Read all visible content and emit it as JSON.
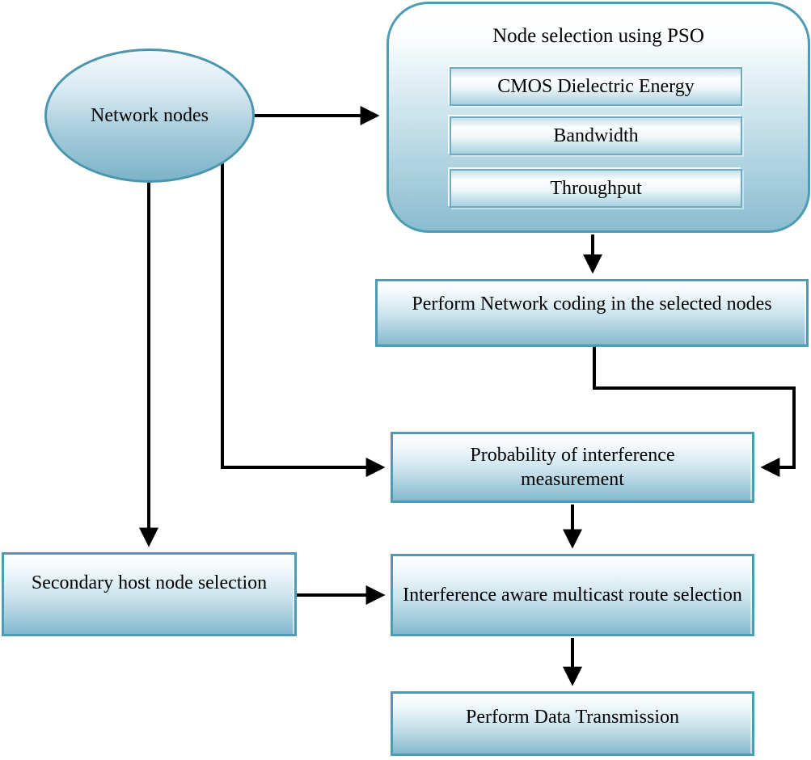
{
  "nodes": {
    "network_nodes": {
      "label": "Network nodes",
      "shape": "ellipse"
    },
    "pso": {
      "title": "Node selection using PSO",
      "items": [
        {
          "label": "CMOS Dielectric Energy"
        },
        {
          "label": "Bandwidth"
        },
        {
          "label": "Throughput"
        }
      ]
    },
    "network_coding": {
      "label": "Perform Network coding in the selected nodes"
    },
    "probability_measurement": {
      "label": "Probability of interference measurement"
    },
    "secondary_host": {
      "label": "Secondary host node selection"
    },
    "multicast_route": {
      "label": "Interference aware multicast route selection"
    },
    "data_transmission": {
      "label": "Perform Data Transmission"
    }
  },
  "edges": [
    {
      "from": "network_nodes",
      "to": "pso"
    },
    {
      "from": "pso",
      "to": "network_coding"
    },
    {
      "from": "network_coding",
      "to": "probability_measurement"
    },
    {
      "from": "network_nodes",
      "to": "secondary_host"
    },
    {
      "from": "network_nodes",
      "to": "probability_measurement"
    },
    {
      "from": "probability_measurement",
      "to": "multicast_route"
    },
    {
      "from": "secondary_host",
      "to": "multicast_route"
    },
    {
      "from": "multicast_route",
      "to": "data_transmission"
    }
  ],
  "colors": {
    "node_border": "#4e9cb4",
    "node_fill_top": "#fdfeff",
    "node_fill_bottom": "#85b9cd",
    "arrow": "#000000",
    "text": "#000000"
  }
}
